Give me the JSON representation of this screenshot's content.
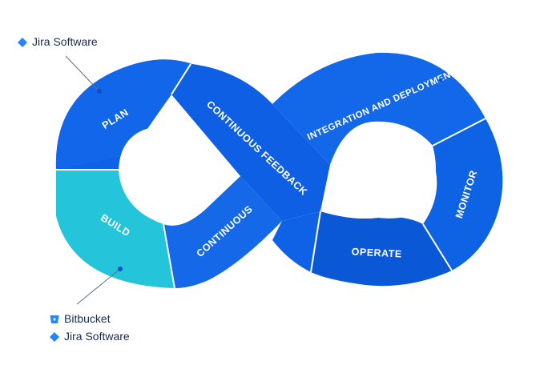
{
  "segments": {
    "plan": "PLAN",
    "build": "BUILD",
    "continuous": "CONTINUOUS",
    "feedback": "CONTINUOUS FEEDBACK",
    "integration": "INTEGRATION AND DEPLOYMENT",
    "operate": "OPERATE",
    "monitor": "MONITOR"
  },
  "tools": {
    "top": {
      "icon": "jira-icon",
      "label": "Jira Software"
    },
    "bottom": [
      {
        "icon": "bitbucket-icon",
        "label": "Bitbucket"
      },
      {
        "icon": "jira-icon",
        "label": "Jira Software"
      }
    ]
  },
  "colors": {
    "blue": "#0F62E6",
    "blue_dark": "#0A4FC9",
    "blue_light": "#1A73F0",
    "teal": "#24C4DA",
    "text": "#172B4D",
    "connector": "#5E6C84"
  }
}
